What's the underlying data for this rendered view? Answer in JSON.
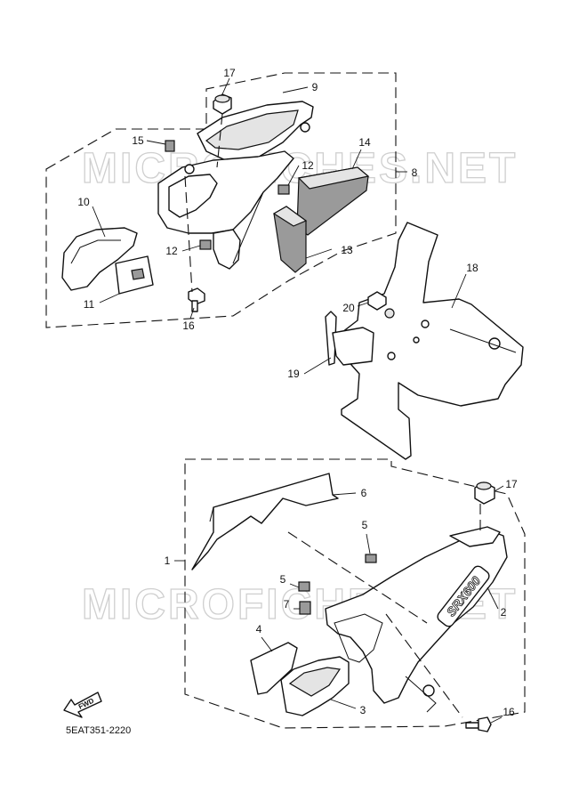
{
  "watermark": "MICROFICHES.NET",
  "drawing_code": "5EAT351-2220",
  "fwd_label": "FWD",
  "emblem_text": "SRX600",
  "callouts": [
    {
      "id": "c17a",
      "text": "17"
    },
    {
      "id": "c9",
      "text": "9"
    },
    {
      "id": "c15",
      "text": "15"
    },
    {
      "id": "c12a",
      "text": "12"
    },
    {
      "id": "c14",
      "text": "14"
    },
    {
      "id": "c8",
      "text": "8"
    },
    {
      "id": "c10",
      "text": "10"
    },
    {
      "id": "c12b",
      "text": "12"
    },
    {
      "id": "c13",
      "text": "13"
    },
    {
      "id": "c11",
      "text": "11"
    },
    {
      "id": "c16a",
      "text": "16"
    },
    {
      "id": "c18",
      "text": "18"
    },
    {
      "id": "c20",
      "text": "20"
    },
    {
      "id": "c19",
      "text": "19"
    },
    {
      "id": "c6",
      "text": "6"
    },
    {
      "id": "c17b",
      "text": "17"
    },
    {
      "id": "c5a",
      "text": "5"
    },
    {
      "id": "c1",
      "text": "1"
    },
    {
      "id": "c5b",
      "text": "5"
    },
    {
      "id": "c7",
      "text": "7"
    },
    {
      "id": "c2",
      "text": "2"
    },
    {
      "id": "c4",
      "text": "4"
    },
    {
      "id": "c3",
      "text": "3"
    },
    {
      "id": "c16b",
      "text": "16"
    }
  ]
}
